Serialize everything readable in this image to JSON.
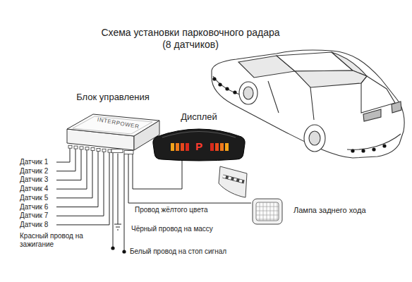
{
  "diagram": {
    "title": "Схема установки парковочного радара (8 датчиков)",
    "nodes": [
      {
        "text": [
          "Блок управления",
          "INTERPOWER"
        ]
      },
      {
        "text": [
          "Дисплей",
          "P"
        ]
      },
      {
        "text": [
          "Лампа заднего хода"
        ]
      }
    ],
    "edges": [
      {
        "from": 0,
        "to": 1,
        "arrow": "none"
      },
      {
        "from": 0,
        "to": 2,
        "arrow": "none",
        "label": "Провод жёлтого цвета"
      }
    ],
    "labels": [
      "Датчик 1",
      "Датчик 2",
      "Датчик 3",
      "Датчик 4",
      "Датчик 5",
      "Датчик 6",
      "Датчик 7",
      "Датчик 8",
      "Красный провод на зажигание",
      "Чёрный провод на массу",
      "Белый провод на стоп сигнал"
    ]
  }
}
